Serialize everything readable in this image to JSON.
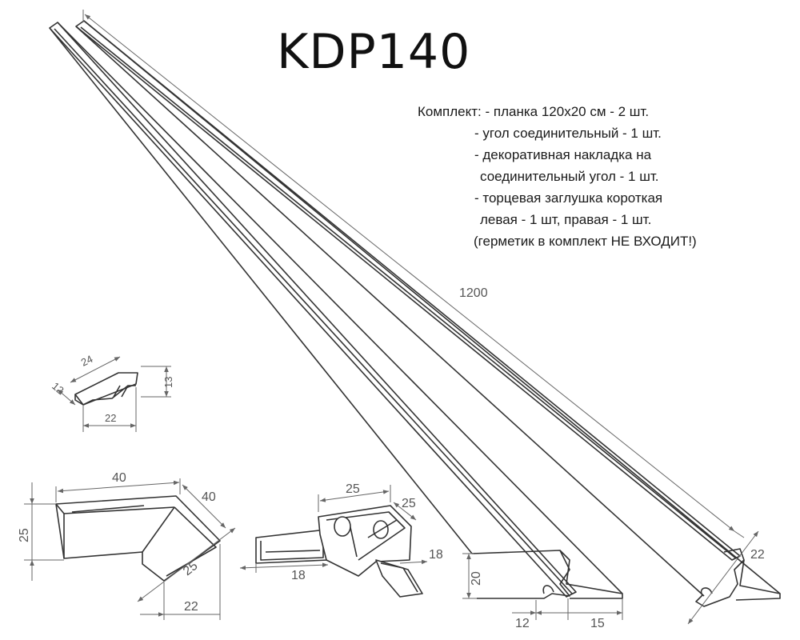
{
  "title": "KDP140",
  "kit": {
    "lines": [
      "Комплект: - планка 120х20 см - 2 шт.",
      "- угол соединительный - 1 шт.",
      "- декоративная накладка на",
      "соединительный угол - 1 шт.",
      "- торцевая заглушка короткая",
      "левая - 1 шт, правая - 1 шт.",
      "(герметик в комплект НЕ ВХОДИТ!)"
    ]
  },
  "dimensions": {
    "length": "1200",
    "cap_a": "24",
    "cap_b": "12",
    "cap_c": "13",
    "cap_d": "22",
    "overlay_a": "40",
    "overlay_b": "40",
    "overlay_c": "25",
    "overlay_d": "25",
    "overlay_e": "22",
    "corner_a": "25",
    "corner_b": "25",
    "corner_c": "18",
    "corner_d": "18",
    "profile_h": "20",
    "profile_a": "12",
    "profile_b": "15",
    "profile_c": "22"
  }
}
